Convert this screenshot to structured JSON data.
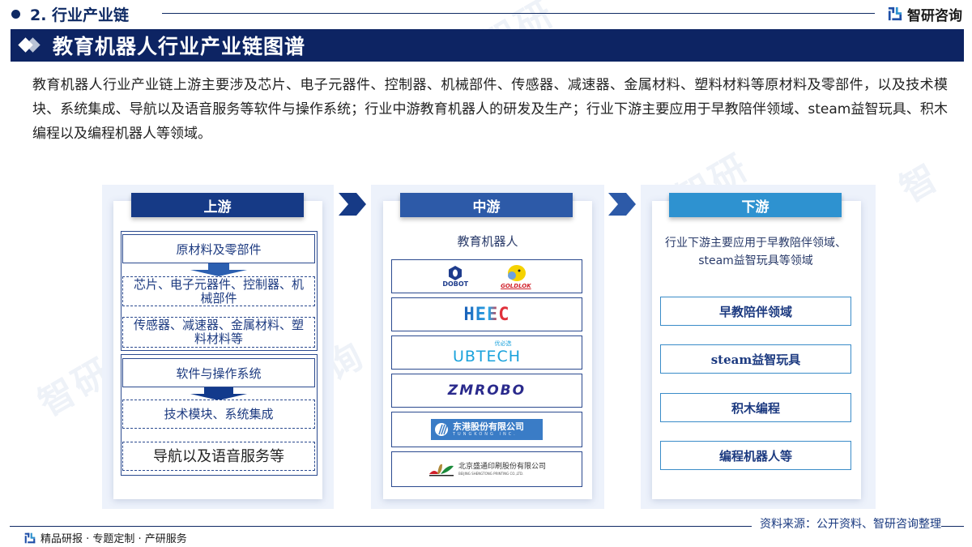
{
  "section": {
    "number_title": "2. 行业产业链"
  },
  "brand": {
    "name": "智研咨询",
    "logo_icon": "zhiyan-logo-icon"
  },
  "title_bar": {
    "title": "教育机器人行业产业链图谱",
    "icon": "double-diamond-icon"
  },
  "description": "教育机器人行业产业链上游主要涉及芯片、电子元器件、控制器、机械部件、传感器、减速器、金属材料、塑料材料等原材料及零部件，以及技术模块、系统集成、导航以及语音服务等软件与操作系统；行业中游教育机器人的研发及生产；行业下游主要应用于早教陪伴领域、steam益智玩具、积木编程以及编程机器人等领域。",
  "colors": {
    "navy": "#0d2463",
    "upstream_header": "#163a86",
    "midstream_header": "#2d5aa8",
    "downstream_header": "#2e92d0",
    "column_bg": "#edf2fb",
    "box_border": "#2b4a8f",
    "down_box_border": "#3a8cc8"
  },
  "upstream": {
    "header": "上游",
    "groups": [
      {
        "title": "原材料及零部件",
        "items": [
          "芯片、电子元器件、控制器、机械部件",
          "传感器、减速器、金属材料、塑料材料等"
        ]
      },
      {
        "title": "软件与操作系统",
        "items": [
          "技术模块、系统集成",
          "导航以及语音服务等"
        ]
      }
    ]
  },
  "midstream": {
    "header": "中游",
    "label": "教育机器人",
    "logos": [
      {
        "names": [
          "DOBOT",
          "GOLDLOK"
        ]
      },
      {
        "names": [
          "HEEC"
        ]
      },
      {
        "names": [
          "UBTECH"
        ],
        "subtitle": "优必选"
      },
      {
        "names": [
          "ZMROBO"
        ]
      },
      {
        "names": [
          "东港股份有限公司"
        ],
        "subtitle": "TUNGKONG INC."
      },
      {
        "names": [
          "北京盛通印刷股份有限公司"
        ],
        "subtitle": "BEIJING SHENGTONG PRINTING CO.,LTD."
      }
    ]
  },
  "downstream": {
    "header": "下游",
    "description": "行业下游主要应用于早教陪伴领域、steam益智玩具等领域",
    "items": [
      "早教陪伴领域",
      "steam益智玩具",
      "积木编程",
      "编程机器人等"
    ]
  },
  "footer": {
    "services": "精品研报 · 专题定制 · 产研服务",
    "source": "资料来源：公开资料、智研咨询整理"
  }
}
